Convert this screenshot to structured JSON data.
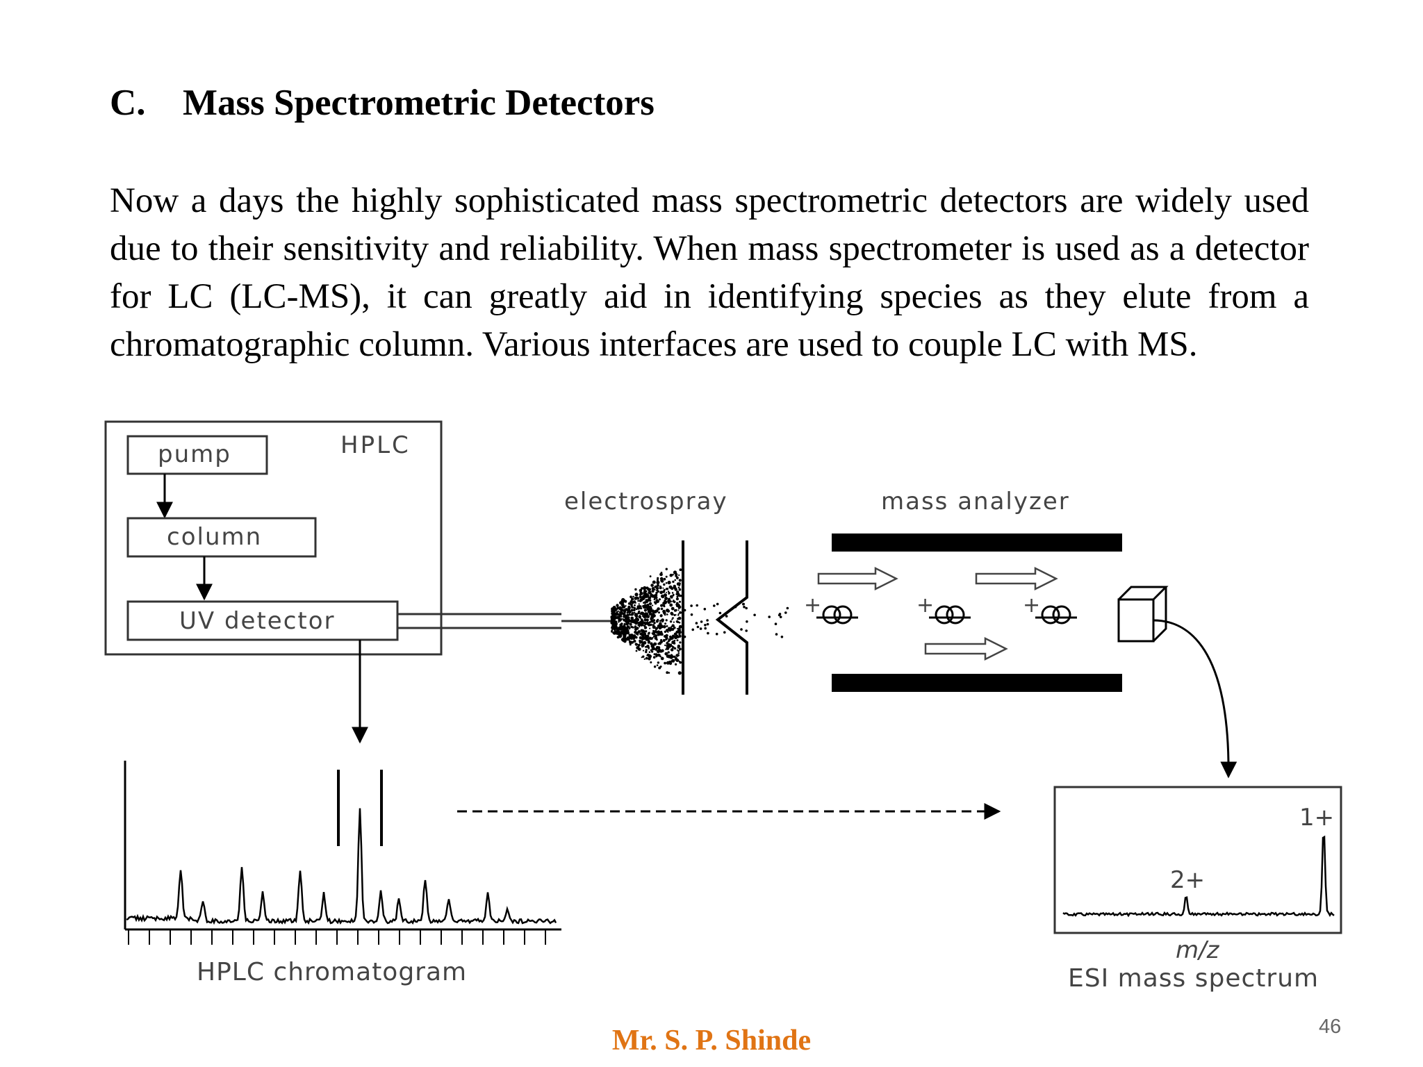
{
  "heading": {
    "letter": "C.",
    "title": "Mass Spectrometric Detectors"
  },
  "paragraph": "Now a days the highly sophisticated mass spectrometric detectors are widely used due to their sensitivity and reliability. When mass spectrometer is used as a detector for LC (LC-MS), it can greatly aid in identifying species as they elute from a chromatographic column. Various interfaces are used to couple LC with MS.",
  "diagram": {
    "hplc_label": "HPLC",
    "pump_label": "pump",
    "column_label": "column",
    "uv_label": "UV detector",
    "electrospray_label": "electrospray",
    "analyzer_label": "mass analyzer",
    "chromatogram_label": "HPLC chromatogram",
    "spectrum_label": "ESI mass spectrum",
    "mz_label": "m/z",
    "peak_1": "1+",
    "peak_2": "2+",
    "ion_charge": "+"
  },
  "footer": {
    "author": "Mr. S. P. Shinde",
    "page_number": "46"
  }
}
